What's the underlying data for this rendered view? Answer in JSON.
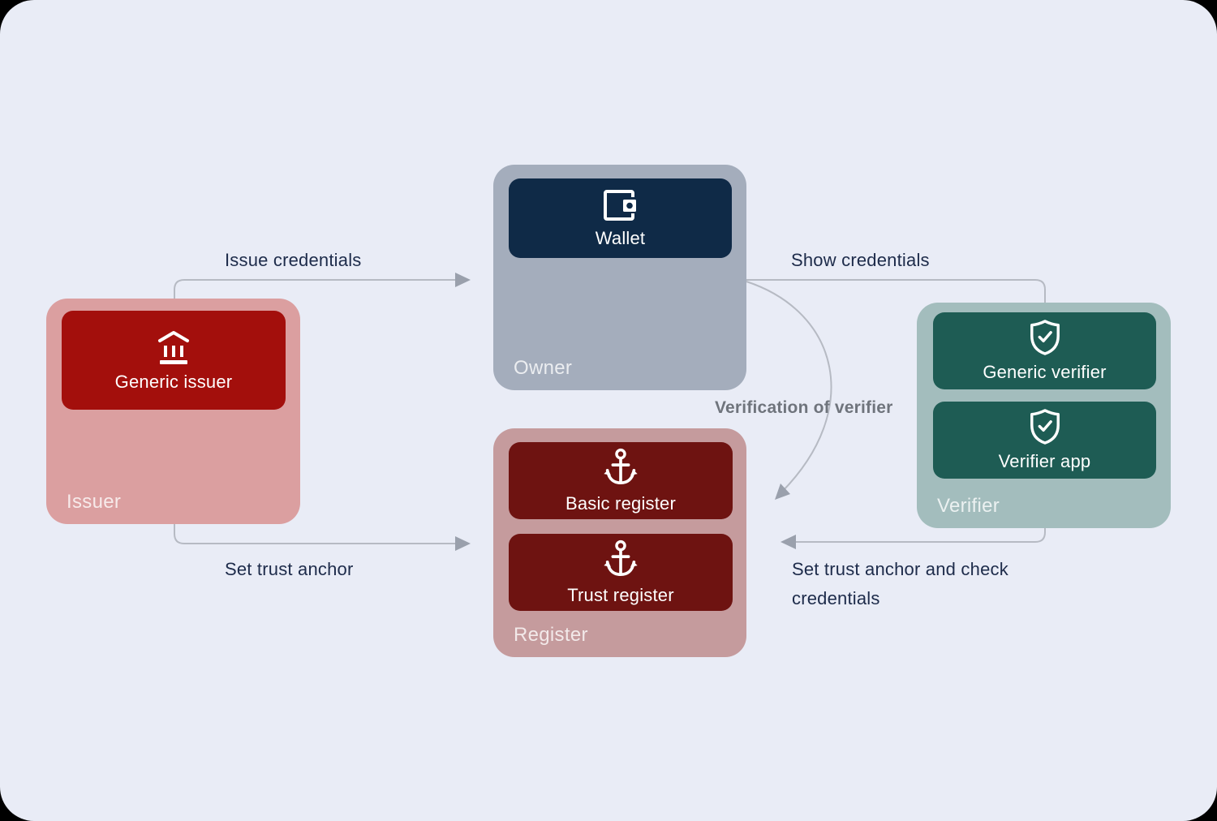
{
  "diagram": {
    "groups": {
      "issuer": {
        "label": "Issuer",
        "bg": "#db9fa0",
        "node": {
          "label": "Generic issuer",
          "icon": "bank-icon",
          "bg": "#a30f0c"
        }
      },
      "owner": {
        "label": "Owner",
        "bg": "#a4adbc",
        "node": {
          "label": "Wallet",
          "icon": "wallet-icon",
          "bg": "#0f2a47"
        }
      },
      "verifier": {
        "label": "Verifier",
        "bg": "#a3bdbd",
        "nodes": [
          {
            "label": "Generic verifier",
            "icon": "shield-check-icon",
            "bg": "#1e5c54"
          },
          {
            "label": "Verifier app",
            "icon": "shield-check-icon",
            "bg": "#1e5c54"
          }
        ]
      },
      "register": {
        "label": "Register",
        "bg": "#c59b9d",
        "nodes": [
          {
            "label": "Basic register",
            "icon": "anchor-icon",
            "bg": "#6e1311"
          },
          {
            "label": "Trust register",
            "icon": "anchor-icon",
            "bg": "#6e1311"
          }
        ]
      }
    },
    "edges": {
      "issue_credentials": {
        "label": "Issue credentials",
        "from": "Issuer",
        "to": "Owner"
      },
      "show_credentials": {
        "label": "Show credentials",
        "from": "Owner",
        "to": "Verifier"
      },
      "verification_of_verifier": {
        "label": "Verification of verifier",
        "from": "Owner",
        "to": "Register"
      },
      "set_trust_anchor": {
        "label": "Set trust anchor",
        "from": "Issuer",
        "to": "Register"
      },
      "set_trust_anchor_and_check": {
        "label": "Set trust anchor and check credentials",
        "from": "Verifier",
        "to": "Register"
      }
    },
    "colors": {
      "canvas_bg": "#e9ecf6",
      "outer_bg": "#000000",
      "line": "#b6bac3",
      "arrowhead": "#9aa0ac",
      "edge_label_text": "#1d2b4a",
      "muted_edge_label_text": "#6f747c",
      "node_text": "#ffffff"
    }
  }
}
